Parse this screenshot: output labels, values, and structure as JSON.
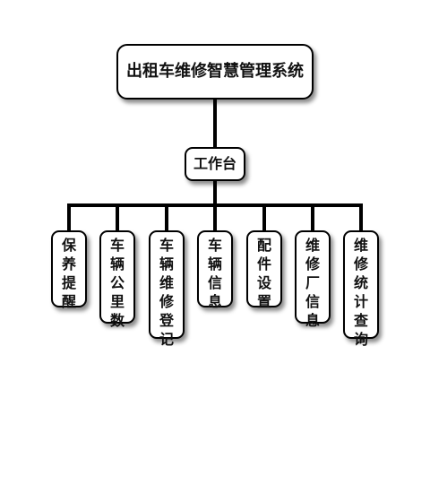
{
  "diagram": {
    "root": "出租车维修智慧管理系统",
    "middle": "工作台",
    "leaves": [
      "保养提醒",
      "车辆公里数",
      "车辆维修登记",
      "车辆信息",
      "配件设置",
      "维修厂信息",
      "维修统计查询"
    ]
  }
}
